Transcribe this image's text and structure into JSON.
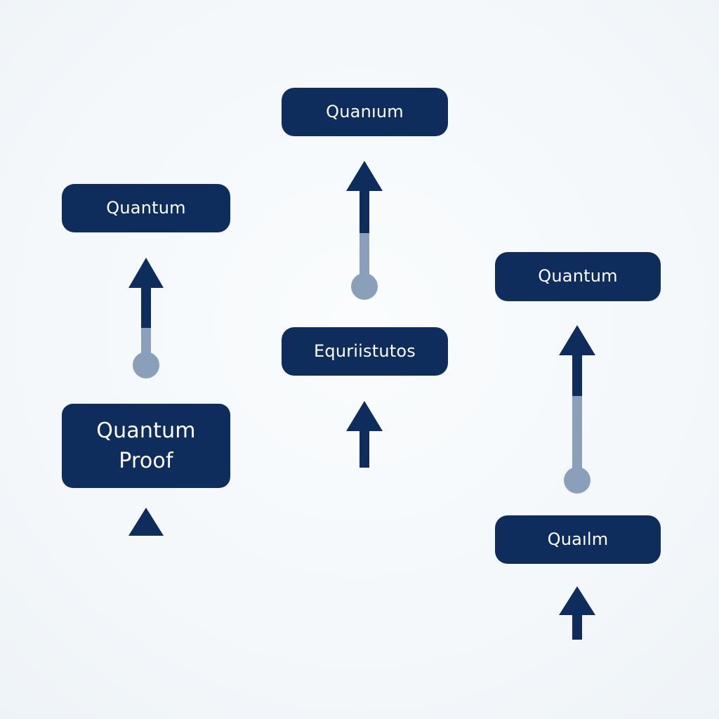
{
  "colors": {
    "background": "#f4f8fb",
    "node_fill": "#0f2d5c",
    "node_text": "#ffffff",
    "arrow_dark": "#0f2d5c",
    "arrow_light": "#8a9fba"
  },
  "nodes": {
    "left_top": {
      "label": "Quantum"
    },
    "left_bottom": {
      "line1": "Quantum",
      "line2": "Proof"
    },
    "center_top": {
      "label": "Quanıum"
    },
    "center_middle": {
      "label": "Equriistutos"
    },
    "right_top": {
      "label": "Quantum"
    },
    "right_bottom": {
      "label": "Quaılm"
    }
  }
}
